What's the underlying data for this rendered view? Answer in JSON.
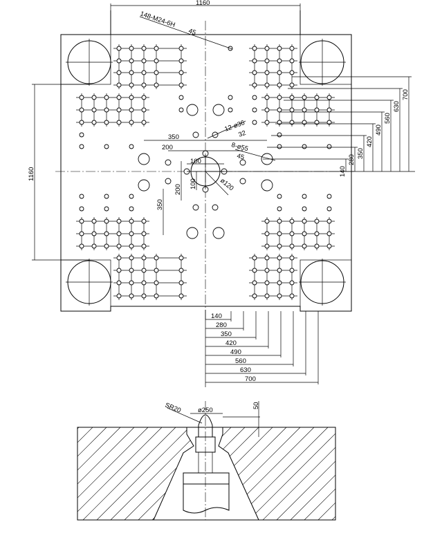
{
  "plan": {
    "callout_thread": "148-M24-6H",
    "callout_thread_depth": "45",
    "callout_holes_12": "12-ø36",
    "callout_holes_12_depth": "32",
    "callout_holes_8": "8-ø55",
    "callout_holes_8_depth": "45",
    "dim_top_width": "1160",
    "dim_left_height": "1160",
    "dim_inner_350": "350",
    "dim_inner_200": "200",
    "dim_inner_100": "100",
    "dim_center_dia": "ø120",
    "dim_v_200": "200",
    "dim_v_100": "100",
    "dim_v_350": "350",
    "right_dims": [
      "140",
      "280",
      "350",
      "420",
      "490",
      "560",
      "630",
      "700"
    ],
    "bottom_dims": [
      "140",
      "280",
      "350",
      "420",
      "490",
      "560",
      "630",
      "700"
    ]
  },
  "section": {
    "label_sr": "SR20",
    "label_dia": "ø250",
    "label_depth": "50"
  }
}
